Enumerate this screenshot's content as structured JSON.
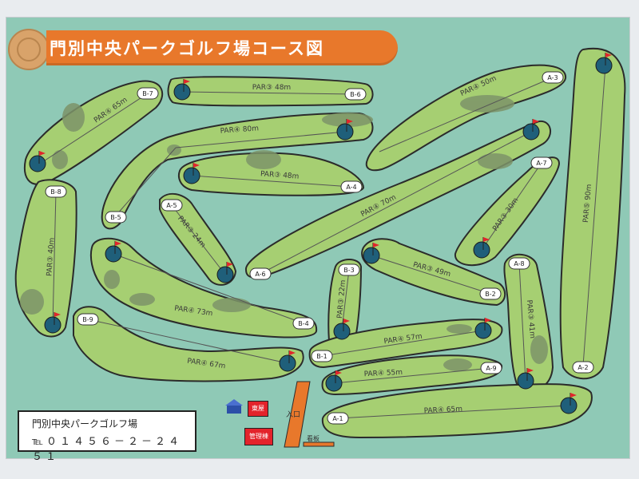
{
  "title": "門別中央パークゴルフ場コース図",
  "info": {
    "name": "門別中央パークゴルフ場",
    "tel": "℡０１４５６－２－２４５１"
  },
  "buildings": {
    "restroom": "東屋",
    "office": "管理棟",
    "entrance": "入口",
    "signboard": "看板"
  },
  "colors": {
    "water": "#8fc9b6",
    "fairway": "#a6cf72",
    "outline": "#2b2b2b",
    "green": "#1f5f7a",
    "flag": "#e0262b",
    "bunker": "#7d9469"
  },
  "holes": [
    {
      "tee": "B-7",
      "par": "PAR④ 65m"
    },
    {
      "tee": "B-6",
      "par": "PAR③ 48m"
    },
    {
      "tee": "B-5",
      "par": "PAR④ 80m"
    },
    {
      "tee": "A-4",
      "par": "PAR③ 48m"
    },
    {
      "tee": "A-3",
      "par": "PAR④ 50m"
    },
    {
      "tee": "A-7",
      "par": "PAR③ 30m"
    },
    {
      "tee": "A-2",
      "par": "PAR⑤ 90m"
    },
    {
      "tee": "A-6",
      "par": "PAR④ 70m"
    },
    {
      "tee": "A-5",
      "par": "PAR③ 24m"
    },
    {
      "tee": "B-8",
      "par": "PAR③ 40m"
    },
    {
      "tee": "B-4",
      "par": "PAR④ 73m"
    },
    {
      "tee": "B-3",
      "par": "PAR③ 22m"
    },
    {
      "tee": "B-2",
      "par": "PAR③ 49m"
    },
    {
      "tee": "A-8",
      "par": "PAR③ 41m"
    },
    {
      "tee": "B-9",
      "par": "PAR④ 67m"
    },
    {
      "tee": "B-1",
      "par": "PAR④ 57m"
    },
    {
      "tee": "A-9",
      "par": "PAR④ 55m"
    },
    {
      "tee": "A-1",
      "par": "PAR④ 65m"
    }
  ]
}
